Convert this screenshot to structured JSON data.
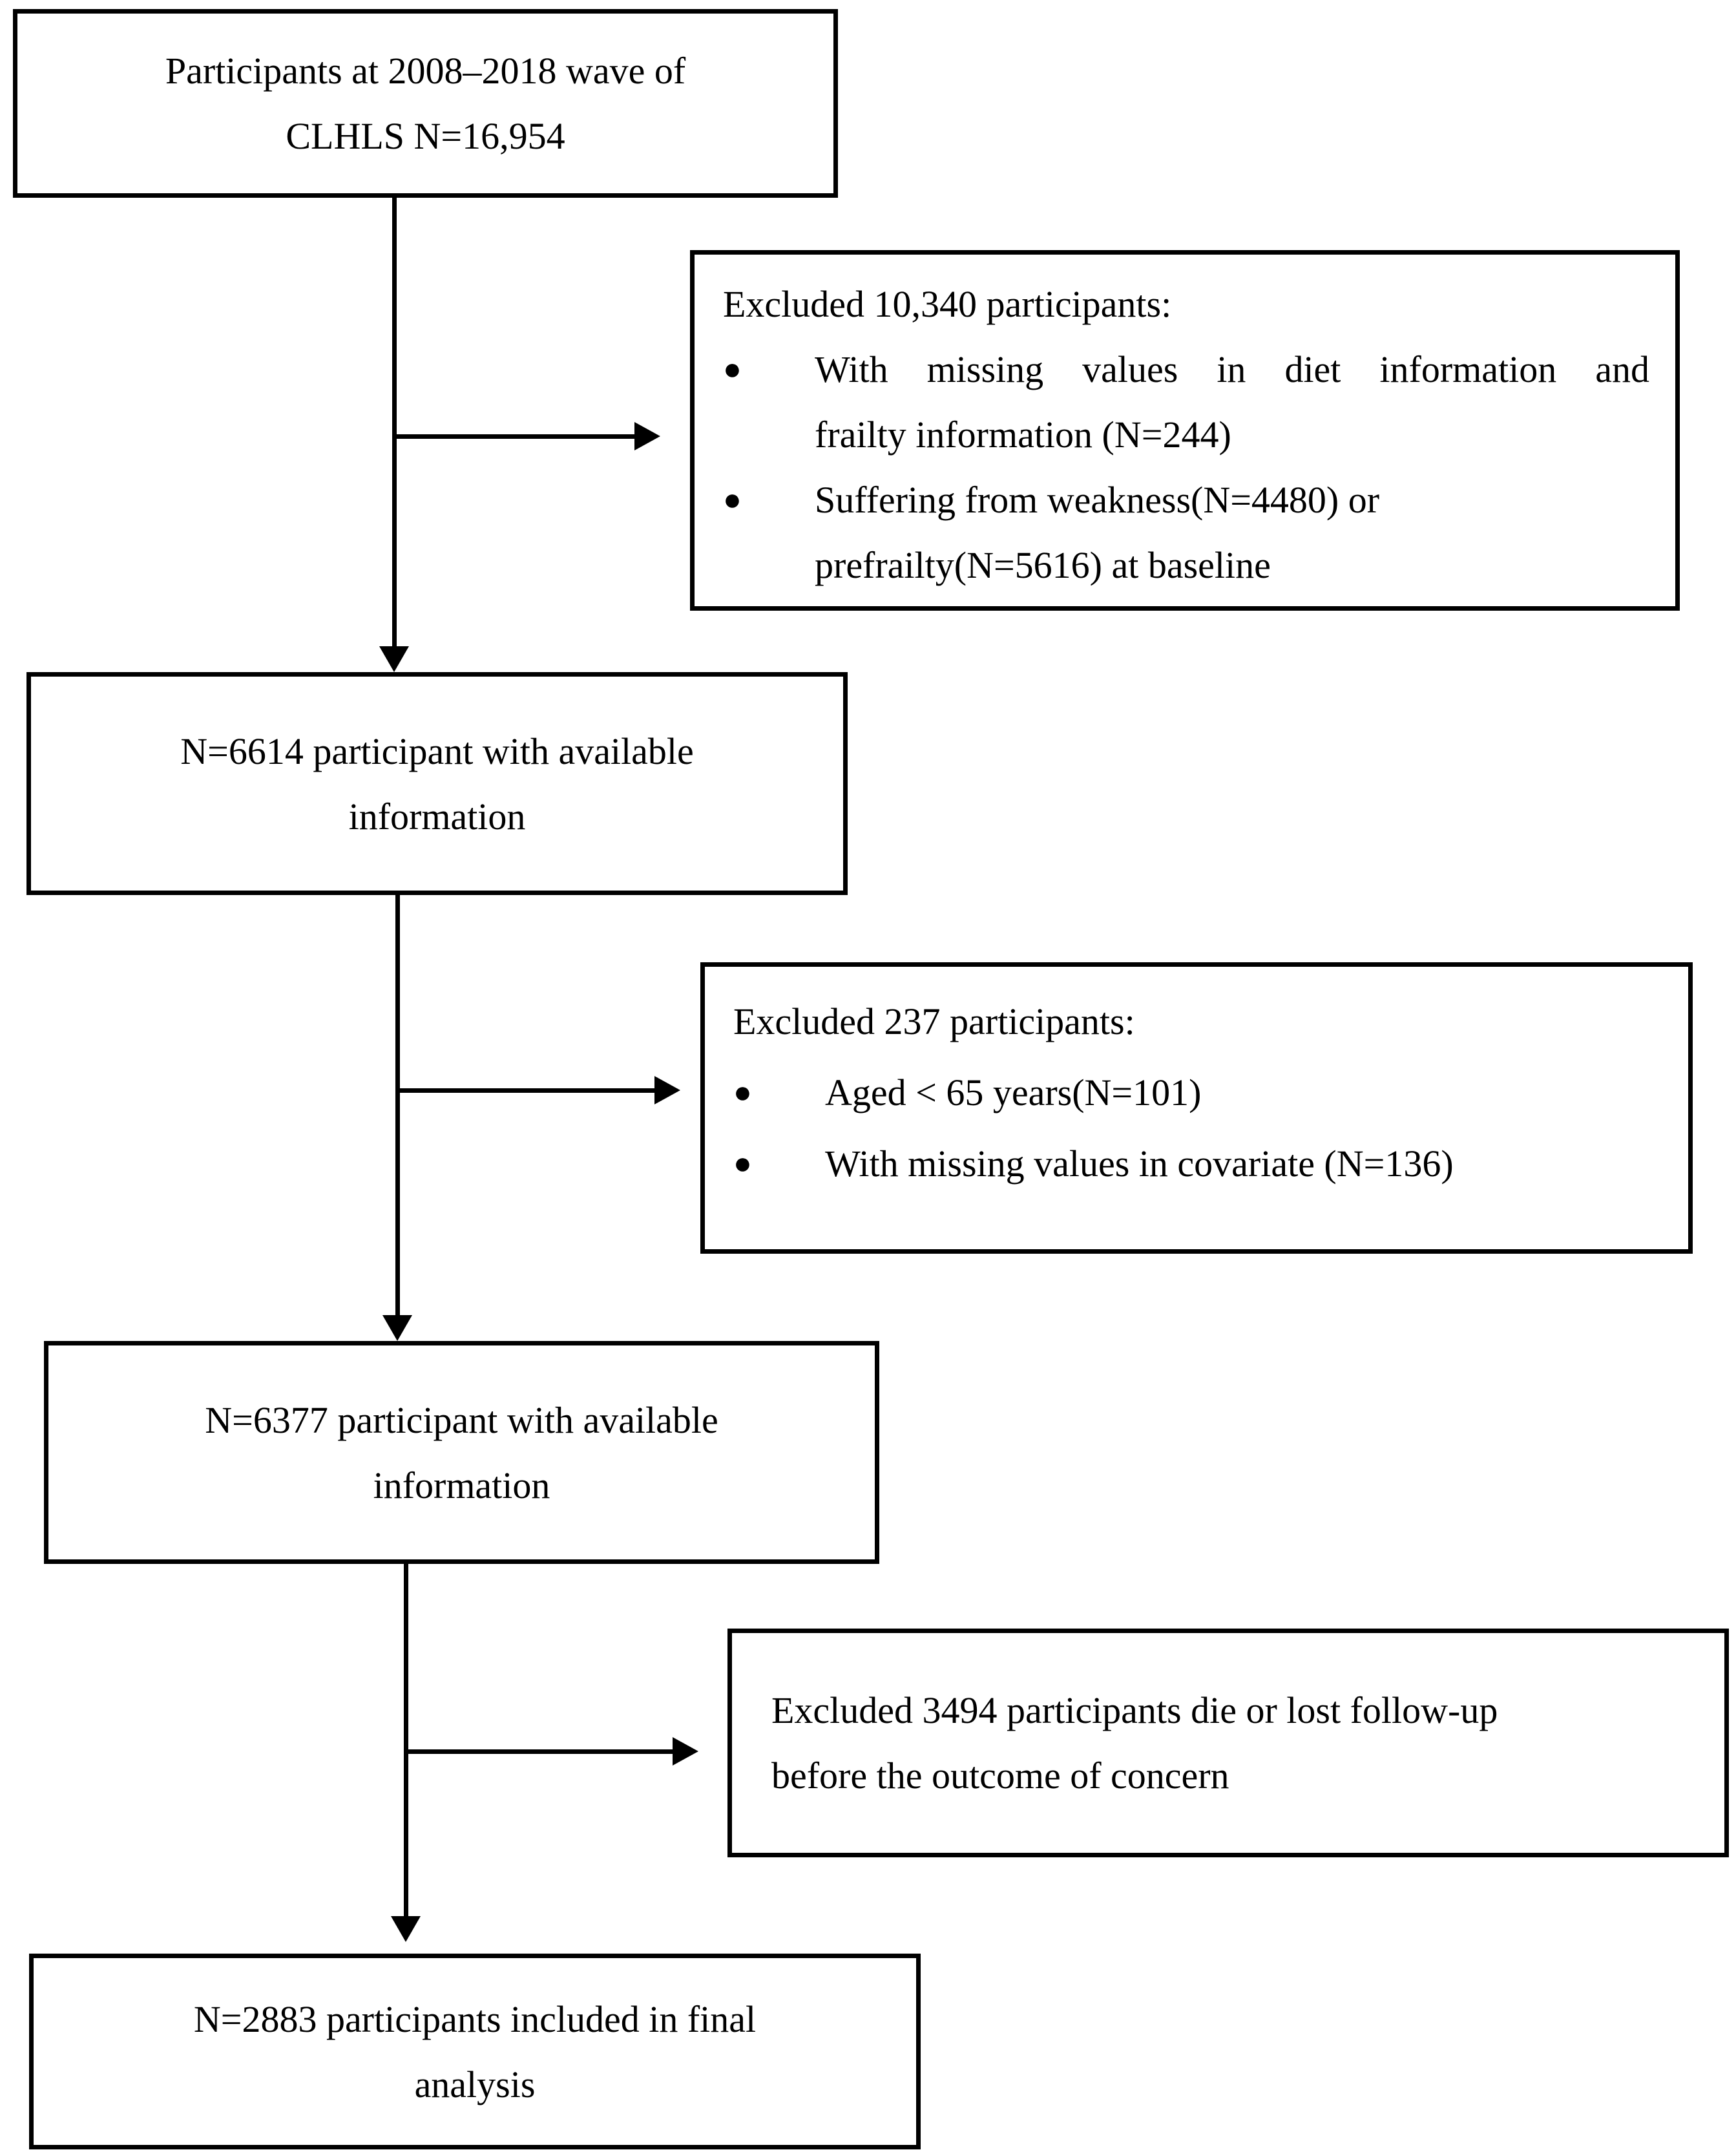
{
  "colors": {
    "background": "#ffffff",
    "text": "#000000",
    "line": "#000000"
  },
  "glyphs": {
    "bullet": "●"
  },
  "flow": {
    "initial": {
      "lines": [
        "Participants at 2008–2018 wave of",
        "CLHLS N=16,954"
      ]
    },
    "exclusion1": {
      "heading": "Excluded 10,340 participants:",
      "bullets": [
        {
          "lines": [
            "With missing values in diet information and",
            "frailty information (N=244)"
          ]
        },
        {
          "lines": [
            "Suffering from weakness(N=4480) or",
            "prefrailty(N=5616) at baseline"
          ]
        }
      ]
    },
    "available1": {
      "lines": [
        "N=6614 participant with available",
        "information"
      ]
    },
    "exclusion2": {
      "heading": "Excluded 237 participants:",
      "bullets": [
        {
          "lines": [
            "Aged < 65 years(N=101)"
          ]
        },
        {
          "lines": [
            "With missing values in covariate (N=136)"
          ]
        }
      ]
    },
    "available2": {
      "lines": [
        "N=6377 participant with available",
        "information"
      ]
    },
    "exclusion3": {
      "lines": [
        "Excluded 3494 participants die or lost follow-up",
        "before the outcome of concern"
      ]
    },
    "final": {
      "lines": [
        "N=2883 participants included in final",
        "analysis"
      ]
    }
  }
}
